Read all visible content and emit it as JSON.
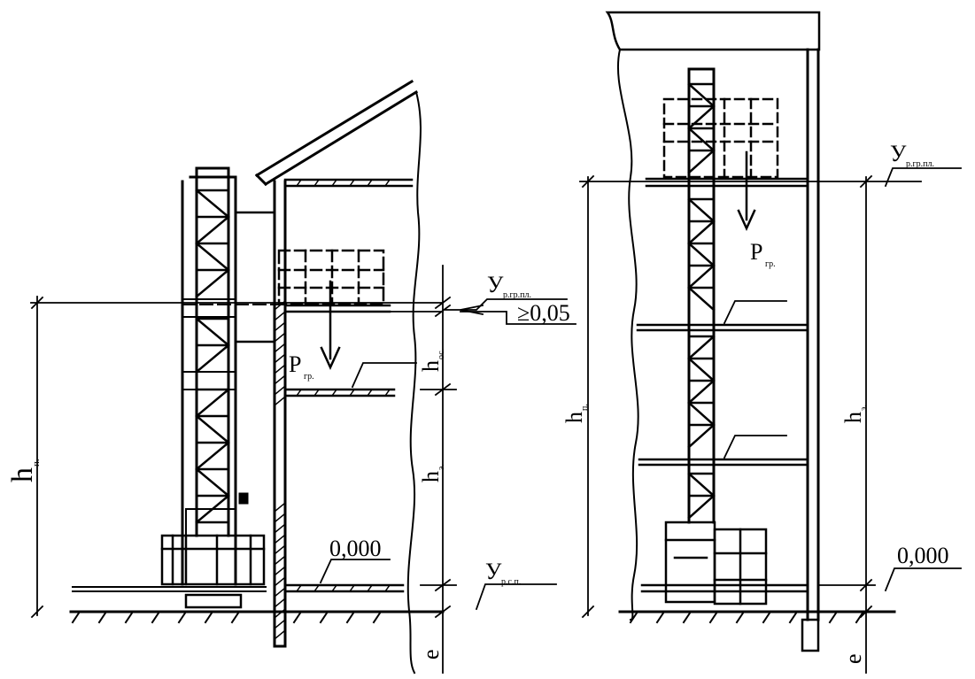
{
  "labels": {
    "h_lift": "h",
    "h_lift_sub": "п.",
    "h_lift_right": "h",
    "h_lift_right_sub": "п.",
    "h_floor_left": "h",
    "h_floor_left_sub": "э.",
    "h_floor_right": "h",
    "h_floor_right_sub": "э.",
    "h_stop": "h",
    "h_stop_sub": "ос.",
    "load_left": "P",
    "load_left_sub": "гр.",
    "load_right": "P",
    "load_right_sub": "гр.",
    "level_platform_left": "У",
    "level_platform_left_sub": "р.гр.пл.",
    "level_platform_right": "У",
    "level_platform_right_sub": "р.гр.пл.",
    "level_base": "У",
    "level_base_sub": "р.с.п.",
    "gap_tolerance": "≥0,05",
    "zero_left": "0,000",
    "zero_right": "0,000",
    "e_left": "e",
    "e_right": "e"
  }
}
